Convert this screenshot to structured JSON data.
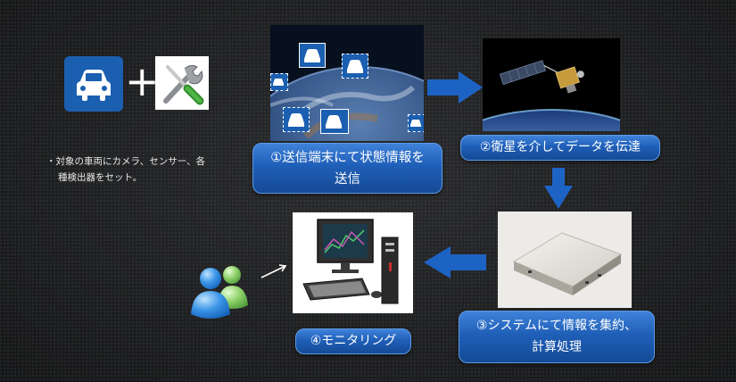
{
  "left": {
    "plus_symbol": "+",
    "note_line1": "・対象の車両にカメラ、センサー、各",
    "note_line2": "種検出器をセット。"
  },
  "steps": {
    "step1_line1": "①送信端末にて状態情報を",
    "step1_line2": "送信",
    "step2": "②衛星を介してデータを伝達",
    "step3_line1": "③システムにて情報を集約、",
    "step3_line2": "計算処理",
    "step4": "④モニタリング"
  },
  "colors": {
    "accent_blue": "#1e5fb5",
    "arrow_blue": "#1d63c4",
    "car_tile_blue": "#1b5fb0"
  },
  "icons": [
    "car-icon",
    "tools-icon",
    "satellite-icon",
    "computer-icon",
    "users-icon"
  ]
}
